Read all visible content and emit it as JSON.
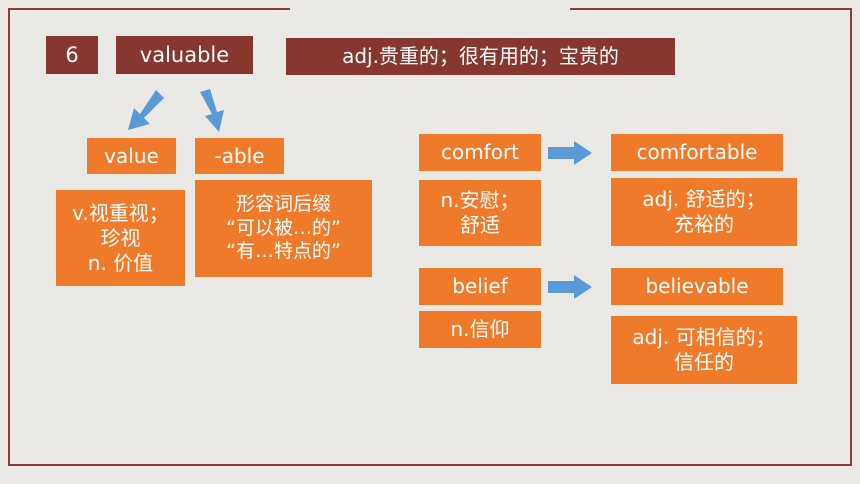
{
  "header": {
    "number": "6",
    "word": "valuable",
    "meaning": "adj.贵重的；很有用的；宝贵的"
  },
  "parts": {
    "root": {
      "word": "value",
      "meaning_lines": [
        "v.视重视；",
        "珍视",
        "n. 价值"
      ]
    },
    "suffix": {
      "word": "-able",
      "meaning_lines": [
        "形容词后缀",
        "“可以被…的”",
        "“有…特点的”"
      ]
    }
  },
  "examples": [
    {
      "base": "comfort",
      "base_meaning_lines": [
        "n.安慰；",
        "舒适"
      ],
      "derived": "comfortable",
      "derived_meaning_lines": [
        "adj. 舒适的；",
        "充裕的"
      ]
    },
    {
      "base": "belief",
      "base_meaning_lines": [
        "n.信仰"
      ],
      "derived": "believable",
      "derived_meaning_lines": [
        "adj. 可相信的；",
        "信任的"
      ]
    }
  ],
  "colors": {
    "dark_box": "#86382e",
    "orange_box": "#ee7a2a",
    "arrow": "#5b9bd5",
    "background": "#ebe9e6",
    "frame": "#8a3f35"
  }
}
